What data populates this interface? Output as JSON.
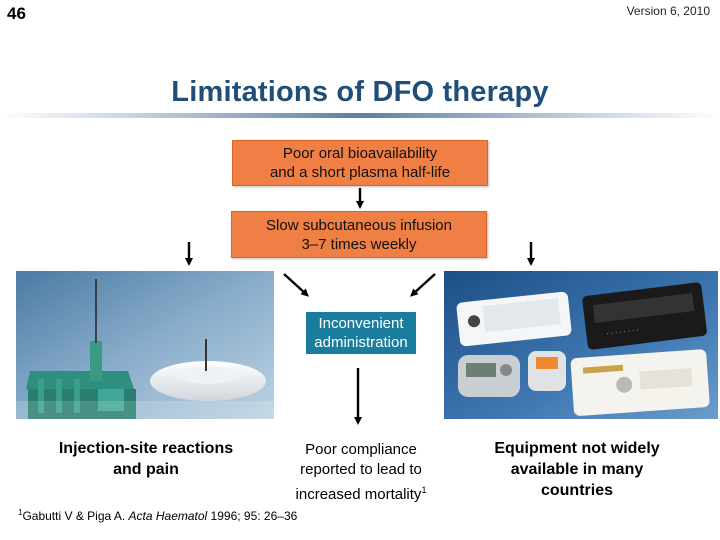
{
  "header": {
    "slide_number": "46",
    "version": "Version 6, 2010"
  },
  "title": "Limitations of DFO therapy",
  "flow": {
    "box_oral": "Poor oral bioavailability\nand a short plasma half-life",
    "box_infusion": "Slow subcutaneous infusion\n3–7 times weekly",
    "box_inconvenient": "Inconvenient\nadministration"
  },
  "outcomes": {
    "injection": "Injection-site reactions\nand pain",
    "compliance_prefix": "Poor compliance\nreported to lead to\nincreased mortality",
    "compliance_superscript": "1",
    "equipment": "Equipment not widely\navailable in many\ncountries"
  },
  "reference": {
    "superscript": "1",
    "authors": "Gabutti V & Piga A. ",
    "journal": "Acta Haematol",
    "details": " 1996; 95: 26–36"
  },
  "colors": {
    "orange_box": "#ef7f45",
    "teal_box": "#1b7d9e",
    "title_blue": "#1f4e79"
  },
  "images": {
    "left_photo": "subcutaneous-needle-photo",
    "right_photo": "infusion-pumps-photo"
  }
}
